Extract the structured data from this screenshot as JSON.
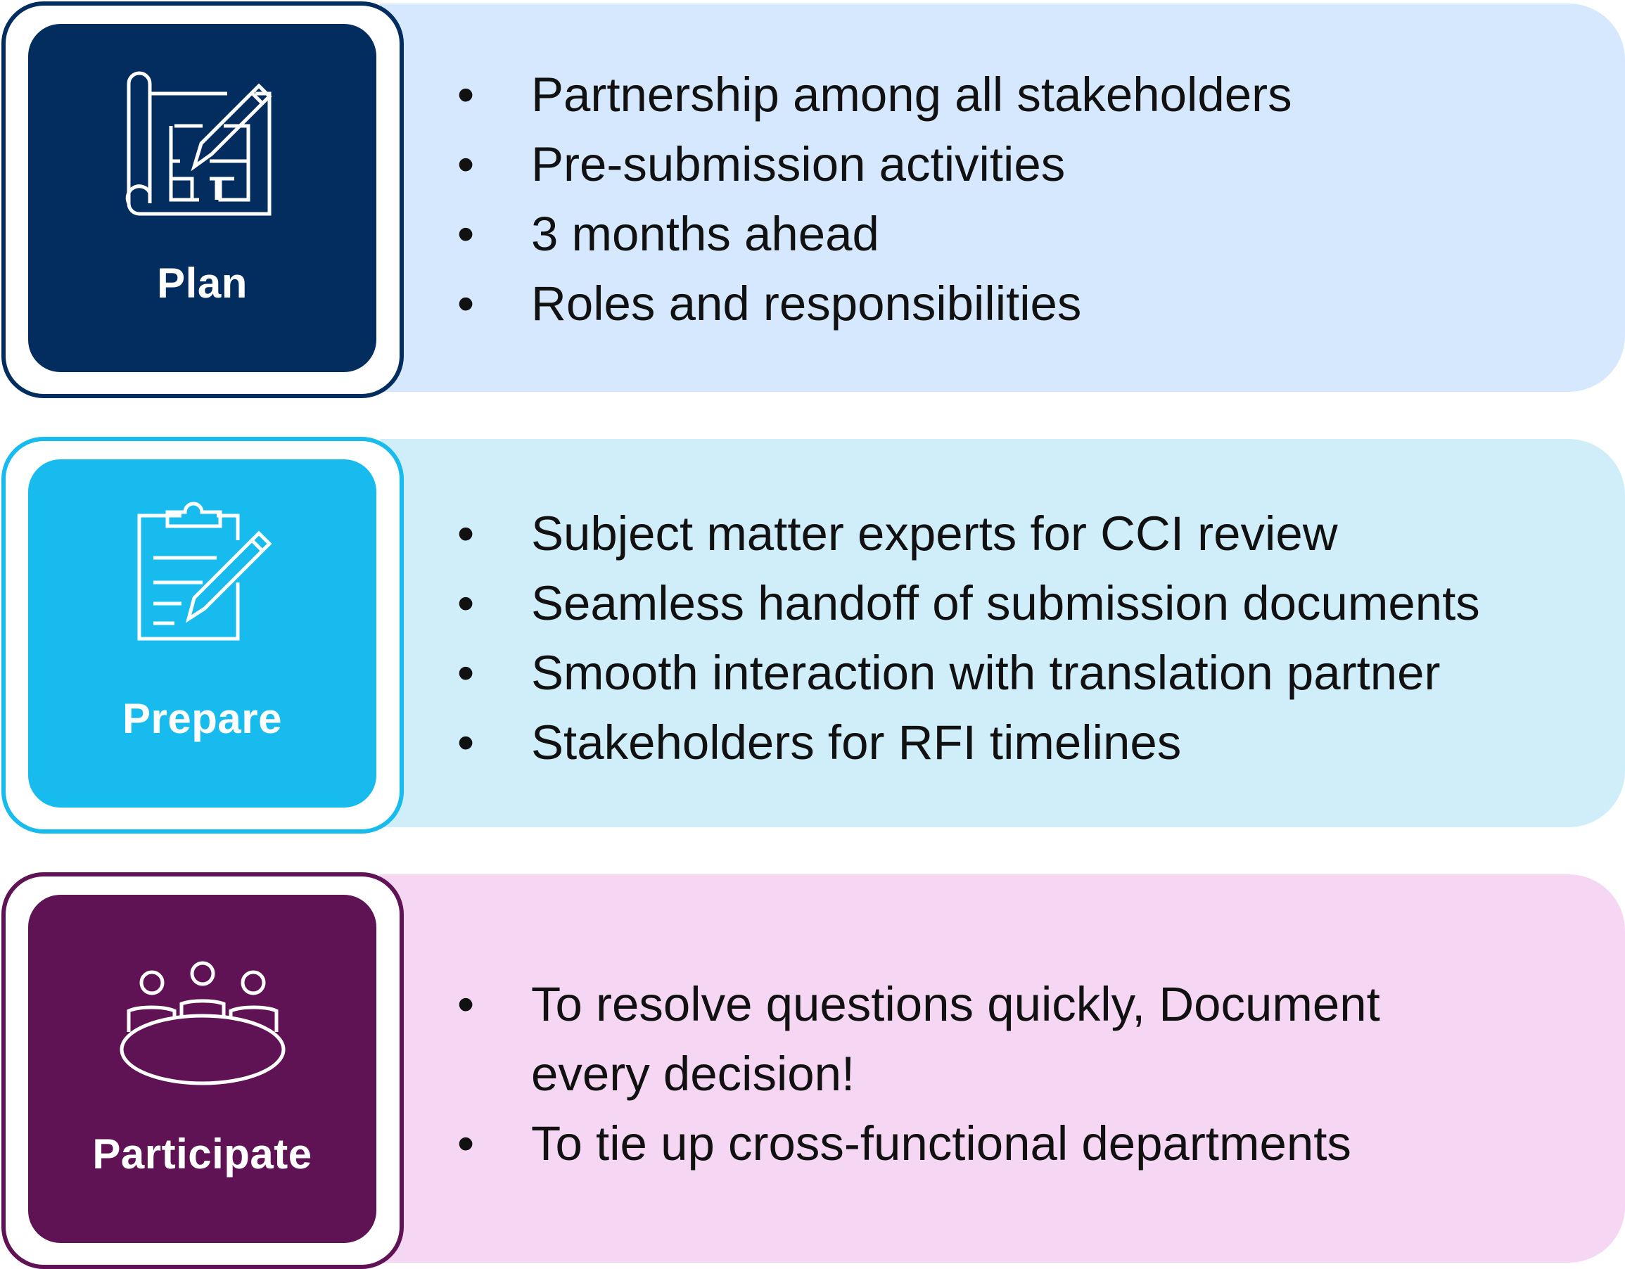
{
  "colors": {
    "plan": "#032D5F",
    "prepare": "#17BBEE",
    "participate": "#5F1254",
    "plan_band": "#D6E8FD",
    "prepare_band": "#D0EEFA",
    "participate_band": "#F6D7F3"
  },
  "sections": [
    {
      "title": "Plan",
      "icon": "blueprint-pencil-icon",
      "bullets": [
        "Partnership among all stakeholders",
        "Pre-submission activities",
        "3 months ahead",
        "Roles and responsibilities"
      ]
    },
    {
      "title": "Prepare",
      "icon": "clipboard-pencil-icon",
      "bullets": [
        "Subject matter experts for CCI review",
        "Seamless handoff of submission documents",
        "Smooth interaction with translation partner",
        "Stakeholders for RFI timelines"
      ]
    },
    {
      "title": "Participate",
      "icon": "meeting-table-icon",
      "bullets": [
        "To resolve questions quickly, Document every decision!",
        "To tie up cross-functional departments"
      ]
    }
  ]
}
